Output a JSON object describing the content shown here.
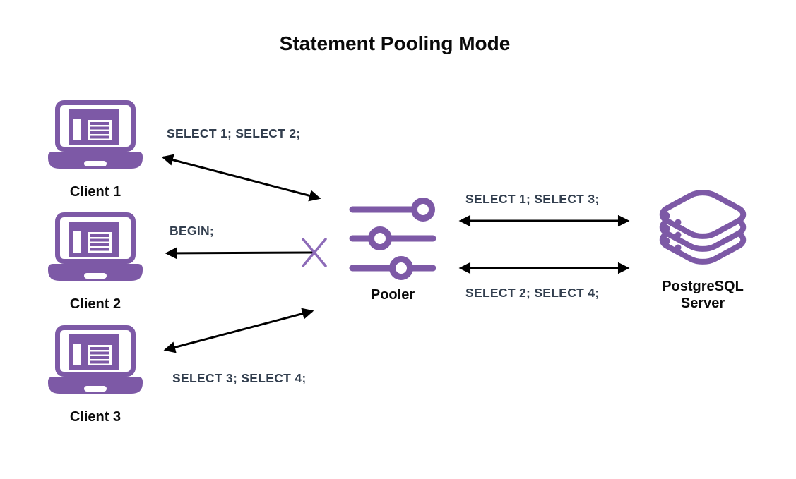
{
  "title": {
    "text": "Statement Pooling Mode"
  },
  "clients": [
    {
      "label": "Client 1"
    },
    {
      "label": "Client 2"
    },
    {
      "label": "Client 3"
    }
  ],
  "pooler": {
    "label": "Pooler"
  },
  "server": {
    "label": "PostgreSQL Server"
  },
  "messages": {
    "client1_pooler": "SELECT 1; SELECT 2;",
    "client2_rejected": "BEGIN;",
    "client3_pooler": "SELECT 3; SELECT 4;",
    "pooler_server_top": "SELECT 1; SELECT 3;",
    "pooler_server_bottom": "SELECT 2; SELECT 4;"
  },
  "icons": {
    "client": "laptop-icon",
    "pooler": "sliders-icon",
    "server": "database-stack-icon",
    "rejection": "x-icon",
    "connection": "double-arrow"
  },
  "colors": {
    "purple": "#7d59a6",
    "x_purple": "#8d6bb8",
    "arrow": "#000000",
    "sql_label": "#323e4e",
    "text": "#0a0a0a",
    "background": "#ffffff"
  }
}
